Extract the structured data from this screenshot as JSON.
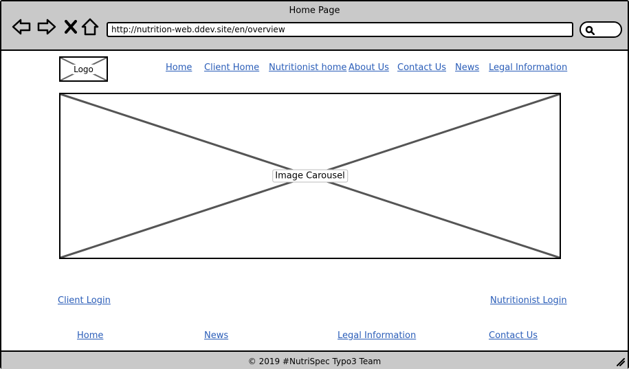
{
  "window": {
    "title": "Home Page"
  },
  "toolbar": {
    "url": "http://nutrition-web.ddev.site/en/overview"
  },
  "header": {
    "logo_label": "Logo",
    "nav": [
      "Home",
      "Client Home",
      "Nutritionist home",
      "About Us",
      "Contact Us",
      "News",
      "Legal Information"
    ]
  },
  "main": {
    "carousel_label": "Image Carousel",
    "client_login": "Client Login",
    "nutritionist_login": "Nutritionist Login"
  },
  "footer_nav": [
    "Home",
    "News",
    "Legal Information",
    "Contact Us"
  ],
  "footer": {
    "copyright": "© 2019 #NutriSpec Typo3 Team"
  },
  "colors": {
    "chrome": "#c9c9c9",
    "link": "#2a5db8"
  }
}
